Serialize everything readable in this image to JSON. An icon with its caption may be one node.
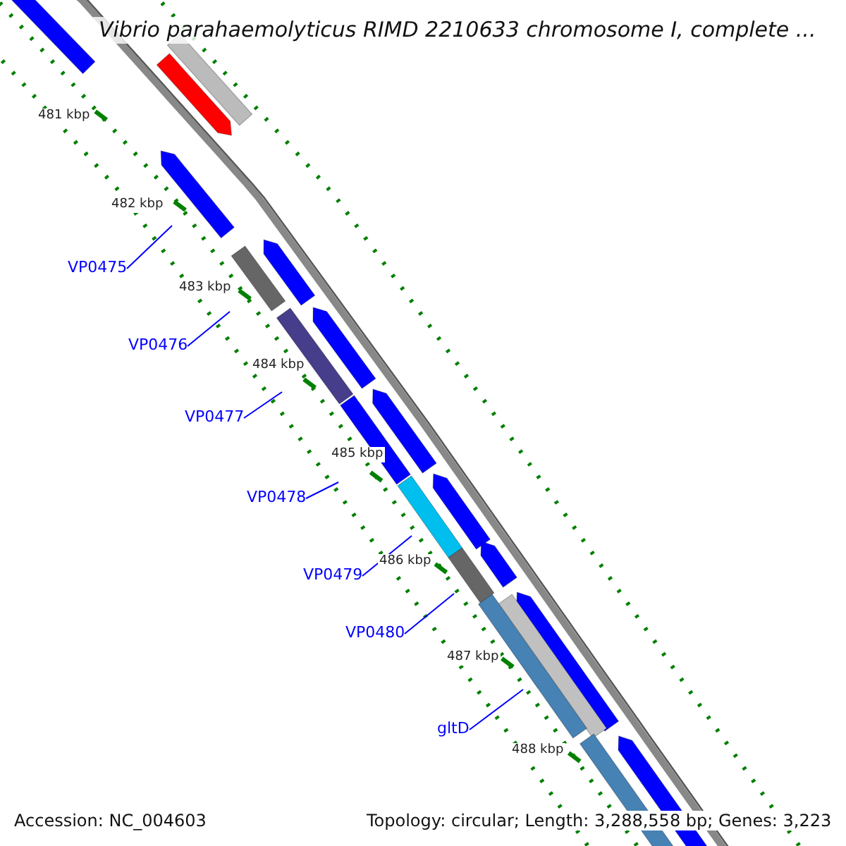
{
  "diagram": {
    "title": "Vibrio parahaemolyticus RIMD 2210633 chromosome I, complete ...",
    "nodes": [
      {
        "text": [
          "VP0475"
        ]
      },
      {
        "text": [
          "VP0476"
        ]
      },
      {
        "text": [
          "VP0477"
        ]
      },
      {
        "text": [
          "VP0478"
        ]
      },
      {
        "text": [
          "VP0479"
        ]
      },
      {
        "text": [
          "VP0480"
        ]
      },
      {
        "text": [
          "gltD"
        ]
      }
    ],
    "edges": [
      {
        "from": 0,
        "to": null,
        "arrow": "none"
      },
      {
        "from": 1,
        "to": null,
        "arrow": "none"
      },
      {
        "from": 2,
        "to": null,
        "arrow": "none"
      },
      {
        "from": 3,
        "to": null,
        "arrow": "none"
      },
      {
        "from": 4,
        "to": null,
        "arrow": "none"
      },
      {
        "from": 5,
        "to": null,
        "arrow": "none"
      },
      {
        "from": 6,
        "to": null,
        "arrow": "none"
      }
    ],
    "labels": [
      "481 kbp",
      "482 kbp",
      "483 kbp",
      "484 kbp",
      "485 kbp",
      "486 kbp",
      "487 kbp",
      "488 kbp",
      "Accession: NC_004603",
      "Topology: circular; Length: 3,288,558 bp; Genes: 3,223"
    ]
  }
}
